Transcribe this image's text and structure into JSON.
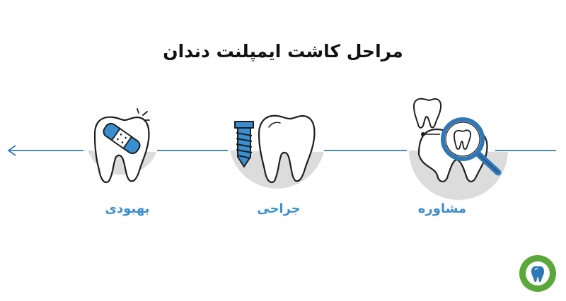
{
  "title": "مراحل کاشت ایمپلنت دندان",
  "steps": [
    {
      "label": "مشاوره",
      "icon": "tooth-magnifier-icon"
    },
    {
      "label": "جراحی",
      "icon": "implant-screw-tooth-icon"
    },
    {
      "label": "بهبودی",
      "icon": "bandaged-tooth-icon"
    }
  ],
  "colors": {
    "accent": "#3a8fd0",
    "line": "#2f78b8",
    "outline": "#1e1e1e",
    "gum": "#dcdcdc",
    "badge_green": "#5aa83a"
  },
  "badge": {
    "icon": "clinic-logo-badge-icon"
  }
}
